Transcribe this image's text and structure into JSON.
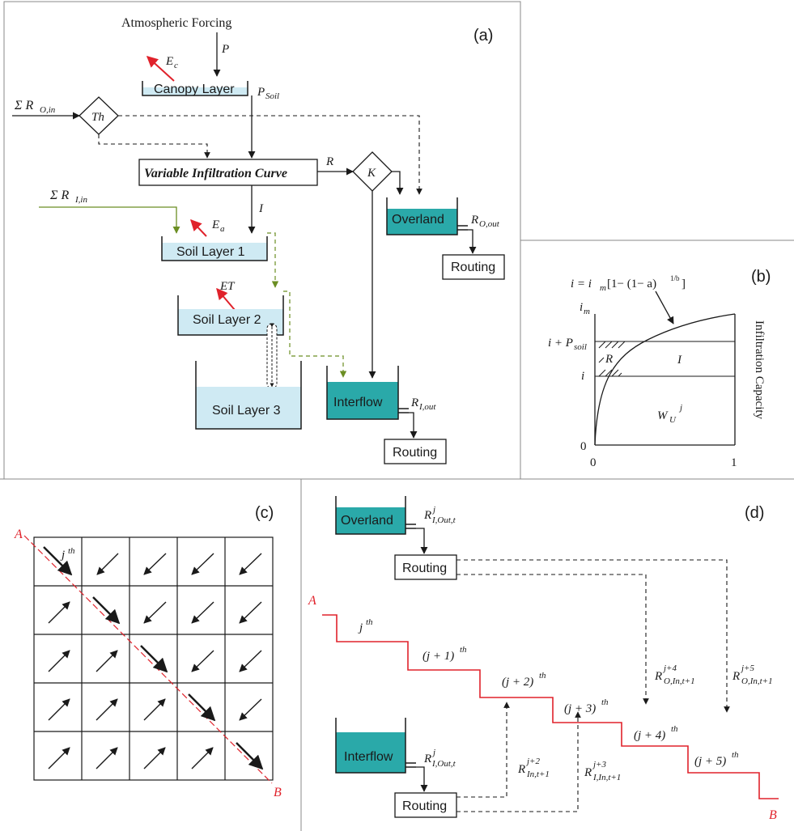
{
  "panel_labels": {
    "a": "(a)",
    "b": "(b)",
    "c": "(c)",
    "d": "(d)"
  },
  "panel_a": {
    "atmospheric_forcing": "Atmospheric Forcing",
    "precip": "P",
    "evap_canopy": "E",
    "evap_canopy_sub": "c",
    "canopy_layer": "Canopy Layer",
    "p_soil": "P",
    "p_soil_sub": "Soil",
    "sum_ro_in": "Σ R",
    "sum_ro_in_sub": "O,in",
    "threshold": "Th",
    "vic": "Variable Infiltration Curve",
    "runoff_r": "R",
    "k_node": "K",
    "sum_ri_in": "Σ R",
    "sum_ri_in_sub": "I,in",
    "infiltration_i": "I",
    "evap_soil": "E",
    "evap_soil_sub": "a",
    "soil1": "Soil Layer 1",
    "et": "ET",
    "soil2": "Soil Layer 2",
    "soil3": "Soil Layer 3",
    "overland": "Overland",
    "ro_out": "R",
    "ro_out_sub": "O,out",
    "routing1": "Routing",
    "interflow": "Interflow",
    "ri_out": "R",
    "ri_out_sub": "I,out",
    "routing2": "Routing"
  },
  "panel_b": {
    "equation": "i = i",
    "equation_sub": "m",
    "equation_tail": "[1− (1− a)",
    "equation_exp": "1/b",
    "equation_close": "]",
    "im": "i",
    "im_sub": "m",
    "i_psoil": "i + P",
    "i_psoil_sub": "soil",
    "i": "i",
    "R": "R",
    "I": "I",
    "wu": "W",
    "wu_sub": "U",
    "wu_sup": "j",
    "zero_y": "0",
    "zero_x": "0",
    "one_x": "1",
    "ylabel": "Infiltration Capacity"
  },
  "panel_c": {
    "A": "A",
    "B": "B",
    "jth": "j",
    "jth_sup": "th"
  },
  "panel_d": {
    "overland": "Overland",
    "r_out_top": "R",
    "r_out_top_sup": "j",
    "r_out_top_sub": "I,Out,t",
    "routing_top": "Routing",
    "A": "A",
    "B": "B",
    "steps": [
      {
        "label": "j",
        "sup": "th"
      },
      {
        "label": "(j + 1)",
        "sup": "th"
      },
      {
        "label": "(j + 2)",
        "sup": "th"
      },
      {
        "label": "(j + 3)",
        "sup": "th"
      },
      {
        "label": "(j + 4)",
        "sup": "th"
      },
      {
        "label": "(j + 5)",
        "sup": "th"
      }
    ],
    "ro4": "R",
    "ro4_sup": "j+4",
    "ro4_sub": "O,In,t+1",
    "ro5": "R",
    "ro5_sup": "j+5",
    "ro5_sub": "O,In,t+1",
    "interflow": "Interflow",
    "ri_out_bottom": "R",
    "ri_out_bottom_sup": "j",
    "ri_out_bottom_sub": "I,Out,t",
    "routing_bottom": "Routing",
    "ri2": "R",
    "ri2_sup": "j+2",
    "ri2_sub": "In,t+1",
    "ri3": "R",
    "ri3_sup": "j+3",
    "ri3_sub": "I,In,t+1"
  },
  "colors": {
    "red": "#e0222b",
    "teal": "#2aa9a9",
    "light_blue": "#cfeaf3",
    "olive": "#6b8e23"
  }
}
